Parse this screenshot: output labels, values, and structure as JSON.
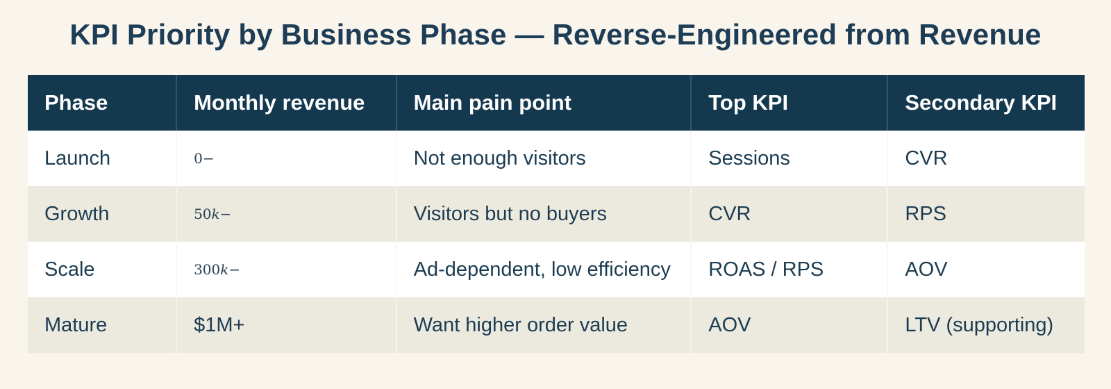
{
  "title": "KPI Priority by Business Phase — Reverse-Engineered from Revenue",
  "colors": {
    "page_background": "#faf5ec",
    "header_background": "#14384e",
    "row_alt_background": "#ece9df",
    "row_background": "#ffffff",
    "text": "#1c3c52",
    "header_text": "#fdfdfd",
    "title_text": "#1d3c55"
  },
  "table": {
    "columns": [
      {
        "label": "Phase"
      },
      {
        "label": "Monthly revenue"
      },
      {
        "label": "Main pain point"
      },
      {
        "label": "Top KPI"
      },
      {
        "label": "Secondary KPI"
      }
    ],
    "rows": [
      {
        "phase": "Launch",
        "revenue": {
          "style": "math",
          "num": "0",
          "unit": "",
          "dash": "−"
        },
        "pain": "Not enough visitors",
        "top_kpi": "Sessions",
        "secondary_kpi": "CVR"
      },
      {
        "phase": "Growth",
        "revenue": {
          "style": "math",
          "num": "50",
          "unit": "k",
          "dash": "−"
        },
        "pain": "Visitors but no buyers",
        "top_kpi": "CVR",
        "secondary_kpi": "RPS"
      },
      {
        "phase": "Scale",
        "revenue": {
          "style": "math",
          "num": "300",
          "unit": "k",
          "dash": "−"
        },
        "pain": "Ad-dependent, low efficiency",
        "top_kpi": "ROAS / RPS",
        "secondary_kpi": "AOV"
      },
      {
        "phase": "Mature",
        "revenue": {
          "style": "plain",
          "text": "$1M+"
        },
        "pain": "Want higher order value",
        "top_kpi": "AOV",
        "secondary_kpi": "LTV (supporting)"
      }
    ]
  }
}
